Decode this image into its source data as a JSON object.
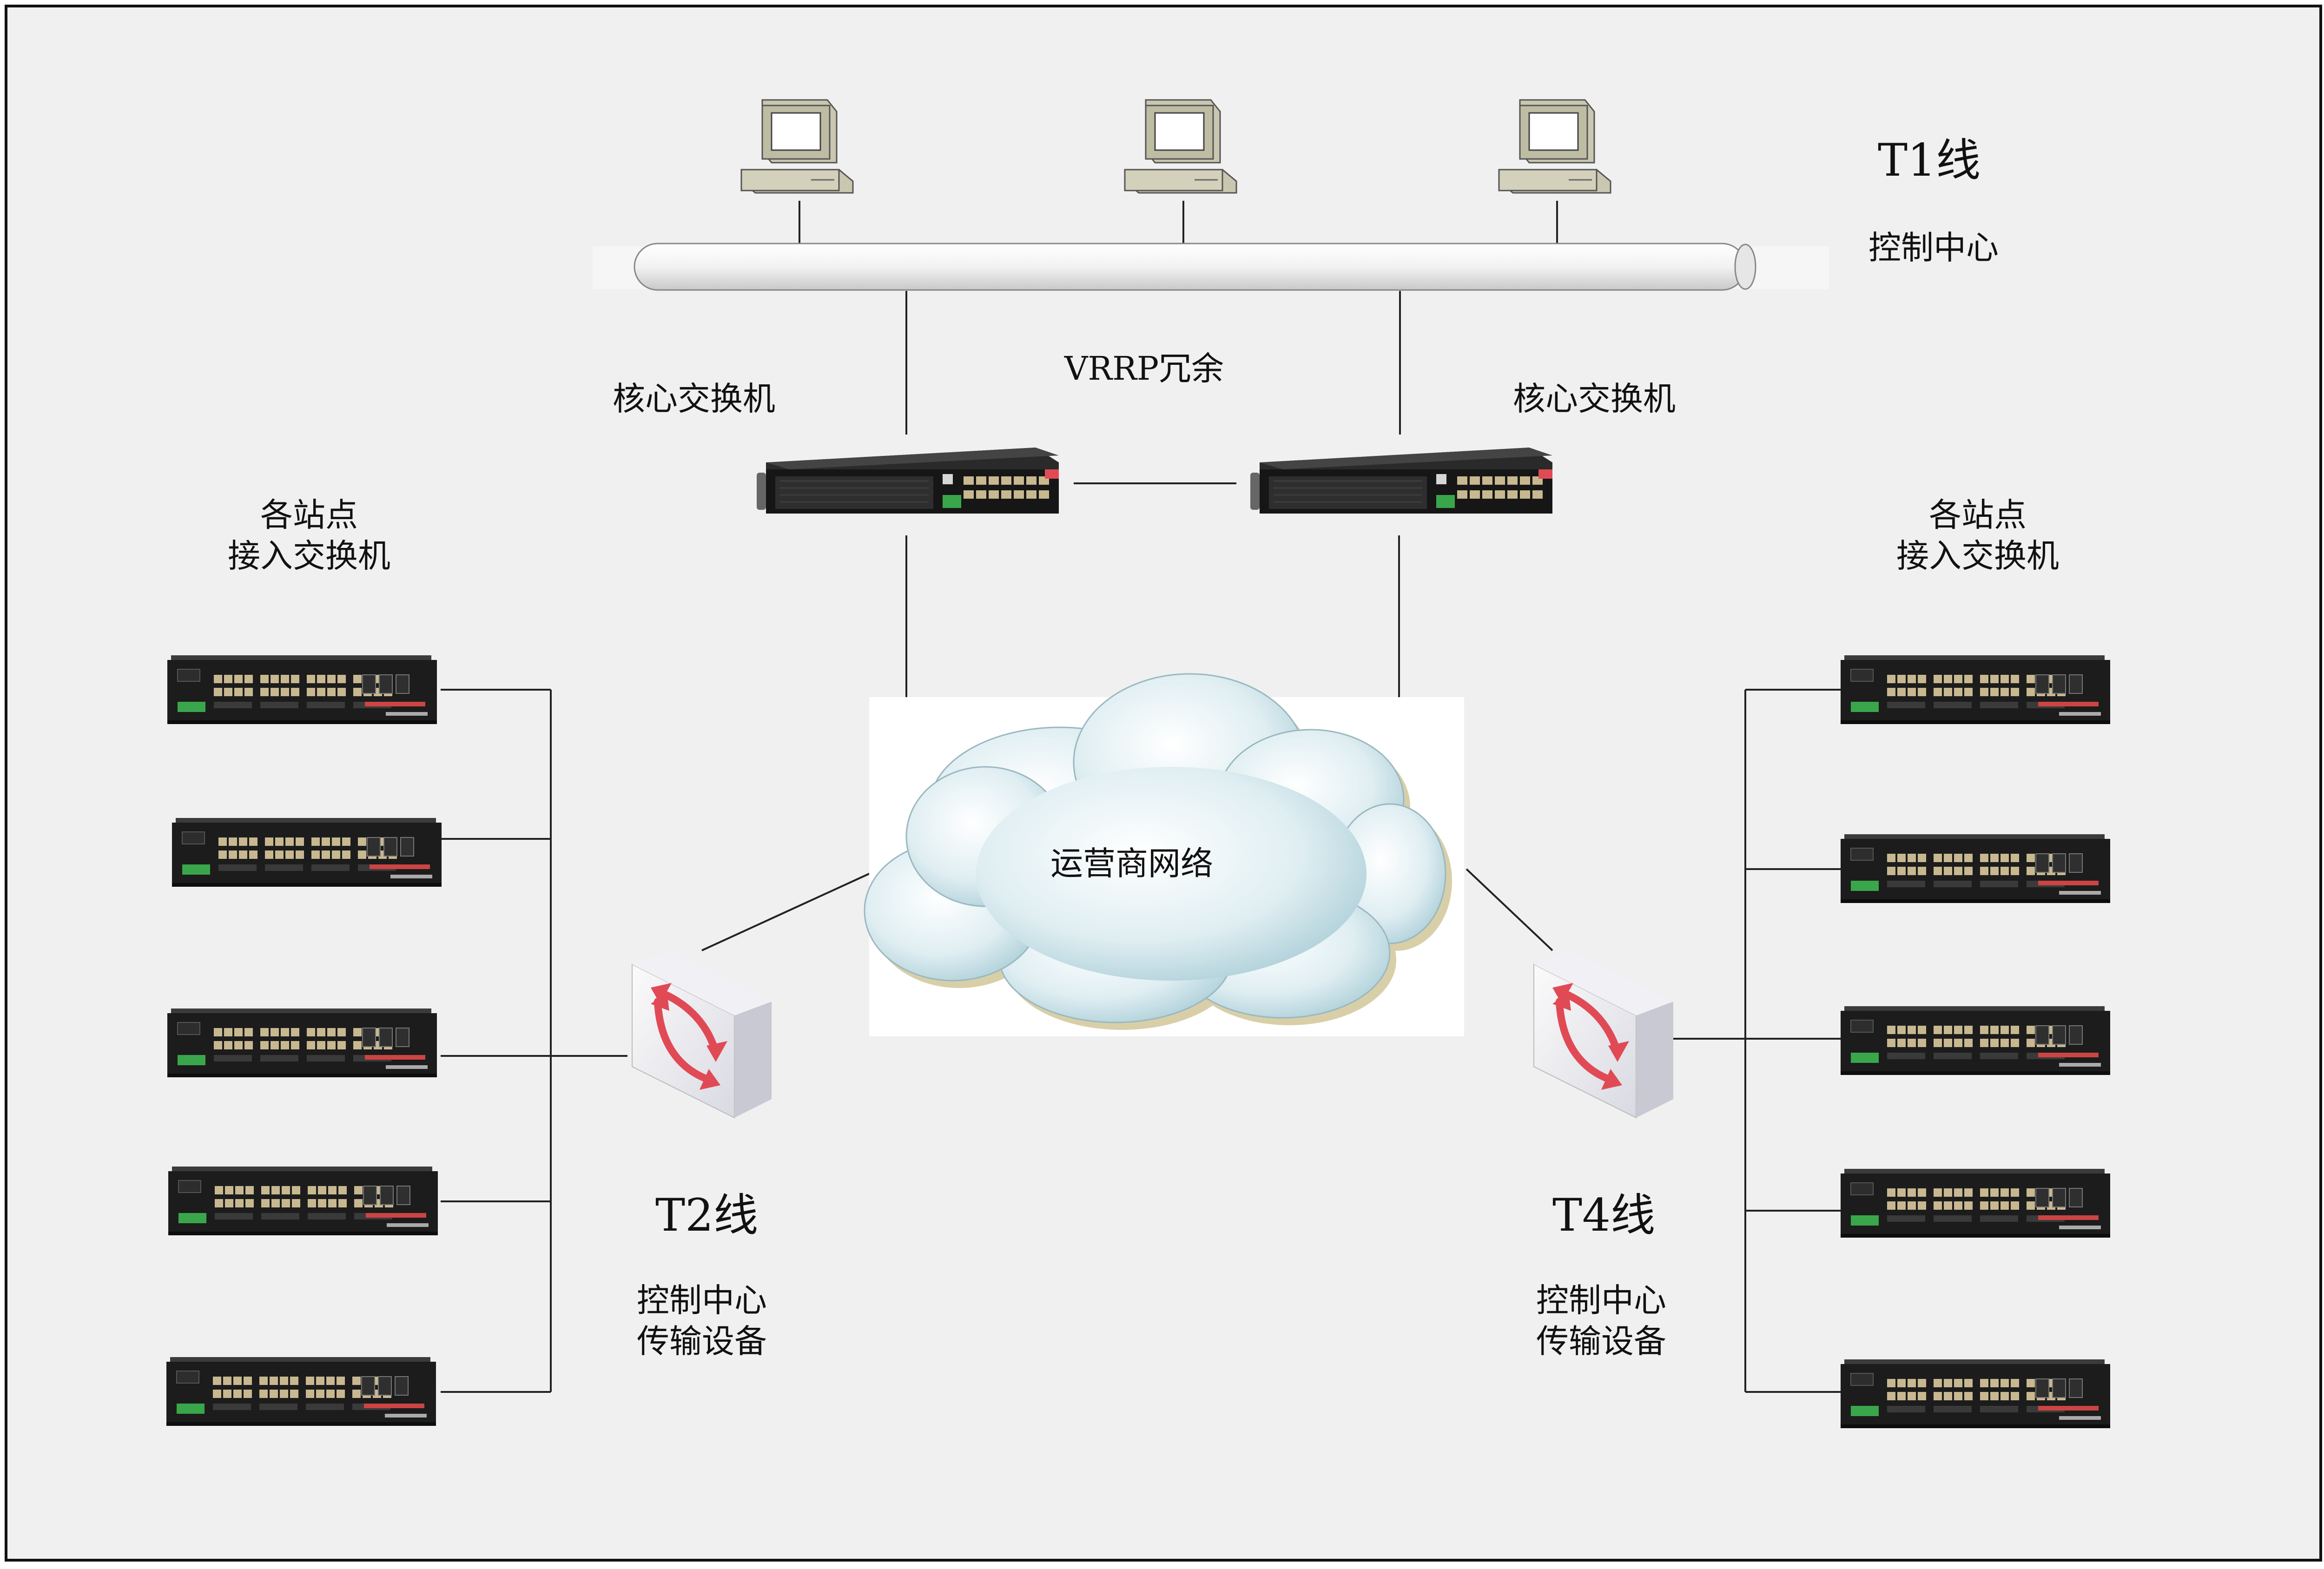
{
  "labels": {
    "t1_line": "T1线",
    "t1_control_center": "控制中心",
    "vrrp": "VRRP冗余",
    "core_switch_left": "核心交换机",
    "core_switch_right": "核心交换机",
    "access_left_line1": "各站点",
    "access_left_line2": "接入交换机",
    "access_right_line1": "各站点",
    "access_right_line2": "接入交换机",
    "carrier_network": "运营商网络",
    "t2_line": "T2线",
    "t2_center_line1": "控制中心",
    "t2_center_line2": "传输设备",
    "t4_line": "T4线",
    "t4_center_line1": "控制中心",
    "t4_center_line2": "传输设备"
  },
  "icons": {
    "workstation": "computer-icon",
    "core_switch": "rack-switch-icon",
    "access_switch": "industrial-switch-icon",
    "transmission": "optical-transmission-icon",
    "network": "cloud-icon"
  },
  "colors": {
    "background": "#eff0ef",
    "line": "#222222",
    "device_body": "#1c1c1c",
    "port": "#c8b890",
    "terminal_green": "#3aa64b",
    "accent_red": "#e04a55"
  }
}
